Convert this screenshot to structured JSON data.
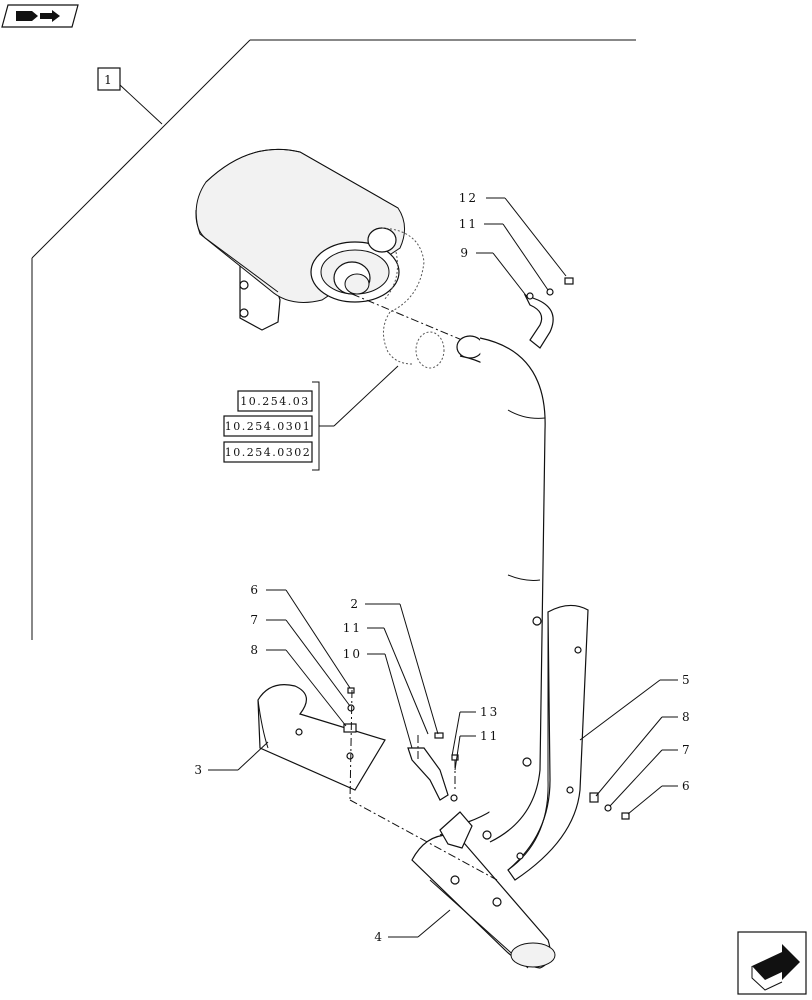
{
  "header_icon": "book-arrow-icon",
  "footer_icon": "next-page-arrow-icon",
  "group_label": "1",
  "reference_codes": [
    "10.254.03",
    "10.254.0301",
    "10.254.0302"
  ],
  "callouts": {
    "c12": "12",
    "c11_top": "11",
    "c9": "9",
    "c6_left": "6",
    "c7_left": "7",
    "c8_left": "8",
    "c2": "2",
    "c11_mid": "11",
    "c10": "10",
    "c13": "13",
    "c11_low": "11",
    "c3": "3",
    "c5": "5",
    "c8_right": "8",
    "c7_right": "7",
    "c6_right": "6",
    "c4": "4"
  }
}
